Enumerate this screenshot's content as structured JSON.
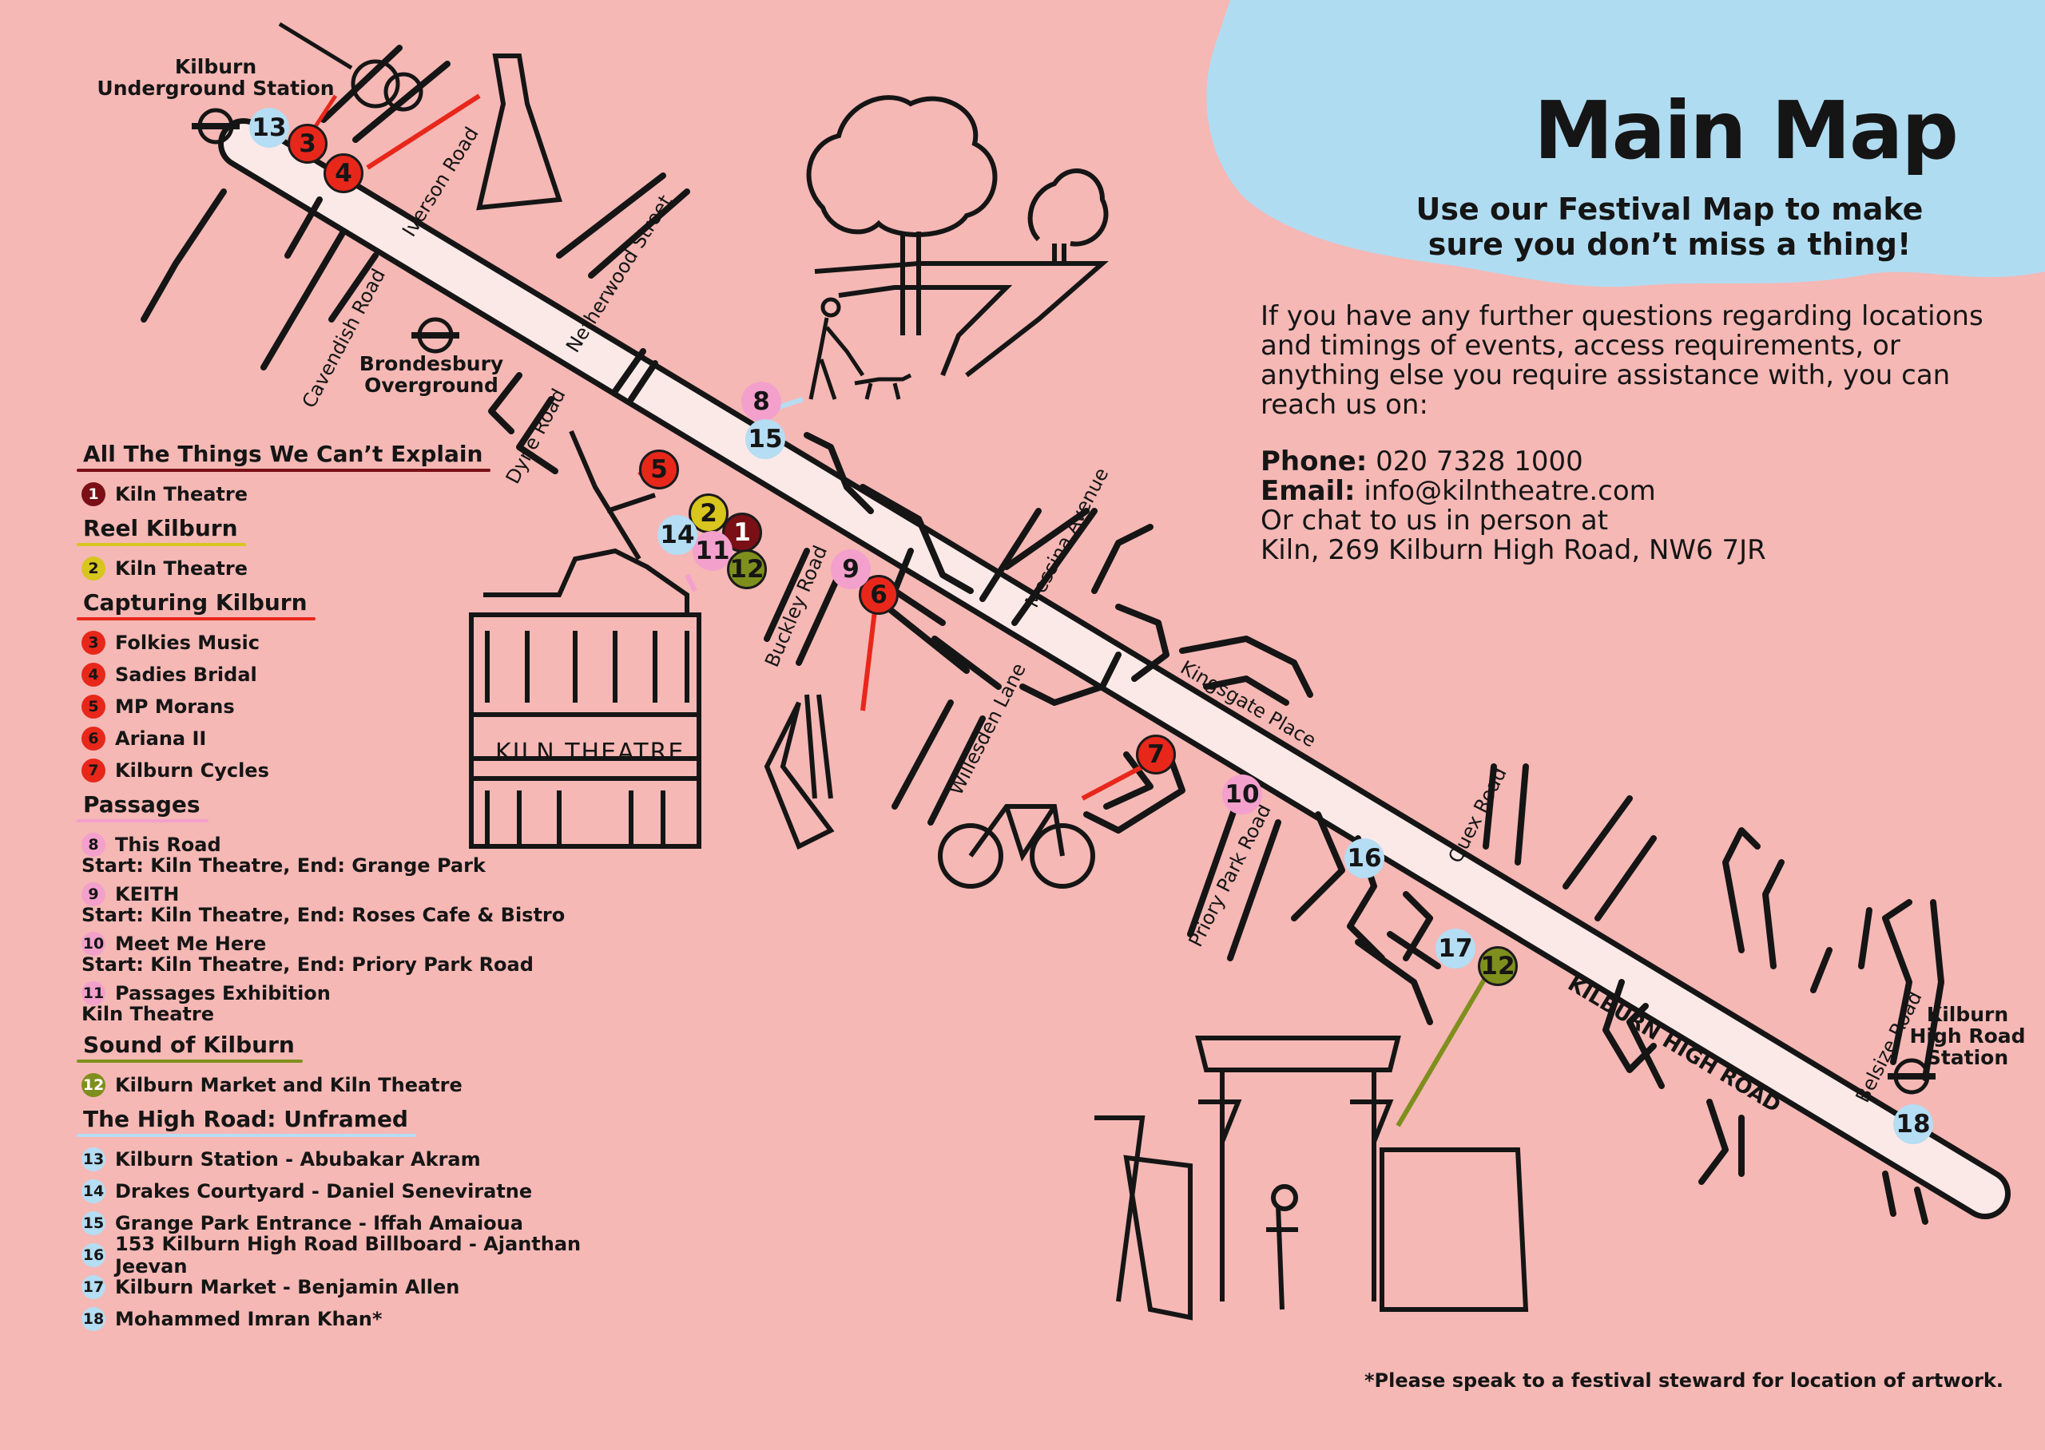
{
  "header": {
    "title": "Main Map",
    "subtitle_line1": "Use our Festival Map to make",
    "subtitle_line2": "sure you don’t miss a thing!",
    "intro": "If you have any further questions regarding locations and timings of events, access requirements, or anything else you require assistance with, you can reach us on:",
    "phone_label": "Phone:",
    "phone": "020 7328 1000",
    "email_label": "Email:",
    "email": "info@kilntheatre.com",
    "chat_line": "Or chat to us in person at",
    "address": "Kiln, 269 Kilburn High Road, NW6 7JR"
  },
  "footnote": "*Please speak to a festival steward for location of artwork.",
  "colors": {
    "background": "#f5b8b5",
    "water": "#b0dcf2",
    "dark_red": "#7a0f16",
    "mustard": "#d8c51e",
    "red": "#e8271b",
    "pink": "#f3a0cc",
    "olive": "#7f8f1d",
    "light_blue": "#b5ddf3",
    "road": "#fbe9e8"
  },
  "legend": {
    "sections": [
      {
        "title": "All The Things We Can’t Explain",
        "color": "#7a0f16",
        "items": [
          {
            "num": "1",
            "label": "Kiln Theatre",
            "sub": ""
          }
        ]
      },
      {
        "title": "Reel Kilburn",
        "color": "#d8c51e",
        "items": [
          {
            "num": "2",
            "label": "Kiln Theatre",
            "sub": ""
          }
        ]
      },
      {
        "title": "Capturing Kilburn",
        "color": "#e8271b",
        "items": [
          {
            "num": "3",
            "label": "Folkies Music",
            "sub": ""
          },
          {
            "num": "4",
            "label": "Sadies Bridal",
            "sub": ""
          },
          {
            "num": "5",
            "label": "MP Morans",
            "sub": ""
          },
          {
            "num": "6",
            "label": "Ariana II",
            "sub": ""
          },
          {
            "num": "7",
            "label": "Kilburn Cycles",
            "sub": ""
          }
        ]
      },
      {
        "title": "Passages",
        "color": "#f3a0cc",
        "items": [
          {
            "num": "8",
            "label": "This Road",
            "sub": "Start: Kiln Theatre, End: Grange Park"
          },
          {
            "num": "9",
            "label": "KEITH",
            "sub": "Start: Kiln Theatre, End: Roses Cafe & Bistro"
          },
          {
            "num": "10",
            "label": "Meet Me Here",
            "sub": "Start: Kiln Theatre, End: Priory Park Road"
          },
          {
            "num": "11",
            "label": "Passages Exhibition",
            "sub": "Kiln Theatre"
          }
        ]
      },
      {
        "title": "Sound of Kilburn",
        "color": "#7f8f1d",
        "items": [
          {
            "num": "12",
            "label": "Kilburn Market and Kiln Theatre",
            "sub": ""
          }
        ]
      },
      {
        "title": "The High Road: Unframed",
        "color": "#b5ddf3",
        "items": [
          {
            "num": "13",
            "label": "Kilburn Station - Abubakar Akram",
            "sub": ""
          },
          {
            "num": "14",
            "label": "Drakes Courtyard - Daniel Seneviratne",
            "sub": ""
          },
          {
            "num": "15",
            "label": "Grange Park Entrance - Iffah Amaioua",
            "sub": ""
          },
          {
            "num": "16",
            "label": "153 Kilburn High Road Billboard - Ajanthan Jeevan",
            "sub": ""
          },
          {
            "num": "17",
            "label": "Kilburn Market - Benjamin Allen",
            "sub": ""
          },
          {
            "num": "18",
            "label": "Mohammed Imran Khan*",
            "sub": ""
          }
        ]
      }
    ]
  },
  "map": {
    "stations": {
      "kilburn_line1": "Kilburn",
      "kilburn_line2": "Underground Station",
      "brondesbury_line1": "Brondesbury",
      "brondesbury_line2": "Overground",
      "kilburn_high_road_line1": "Kilburn",
      "kilburn_high_road_line2": "High Road",
      "kilburn_high_road_line3": "Station"
    },
    "streets": {
      "iverson": "Iverson Road",
      "netherwood": "Netherwood Street",
      "cavendish": "Cavendish Road",
      "dyne": "Dyne Road",
      "buckley": "Buckley Road",
      "messina": "Messina Avenue",
      "kingsgate": "Kingsgate Place",
      "willesden": "Willesden Lane",
      "priory_park": "Priory Park Road",
      "quex": "Quex Road",
      "belsize": "Belsize Road",
      "high_road": "KILBURN HIGH ROAD"
    },
    "building_sign": "KILN THEATRE",
    "markers": {
      "m1": "1",
      "m2": "2",
      "m3": "3",
      "m4": "4",
      "m5": "5",
      "m6": "6",
      "m7": "7",
      "m8": "8",
      "m9": "9",
      "m10": "10",
      "m11": "11",
      "m12a": "12",
      "m12b": "12",
      "m13": "13",
      "m14": "14",
      "m15": "15",
      "m16": "16",
      "m17": "17",
      "m18": "18"
    }
  }
}
